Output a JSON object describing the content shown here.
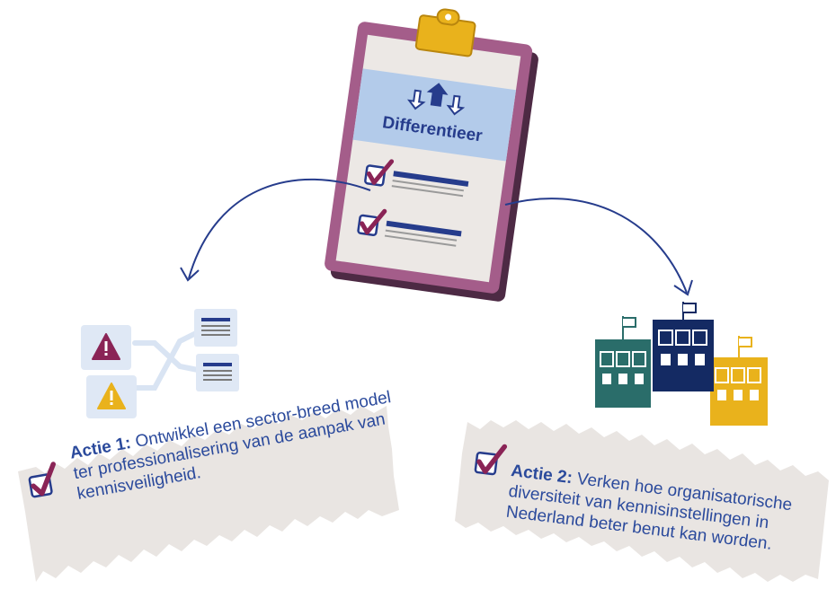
{
  "clipboard": {
    "title": "Differentieer"
  },
  "action1": {
    "label": "Actie 1:",
    "text": "Ontwikkel een sector-breed model ter professionalisering van de aanpak van kennisveiligheid."
  },
  "action2": {
    "label": "Actie 2:",
    "text": "Verken hoe organisatorische diversiteit van kennisinstellingen in Nederland beter benut kan worden."
  },
  "colors": {
    "navy": "#263c8c",
    "purple": "#8a2456",
    "yellow": "#e9b21c",
    "teal": "#2a6d6a",
    "dark_navy": "#142a63",
    "board_border": "#9b5a84",
    "paper": "#ebe7e4",
    "band": "#adc6e8"
  }
}
